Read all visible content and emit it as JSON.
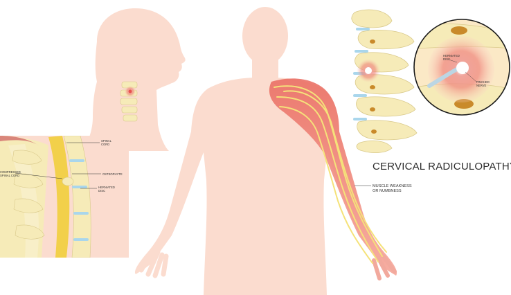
{
  "title": "CERVICAL RADICULOPATHY",
  "colors": {
    "skin": "#fbdccf",
    "skin_dark": "#f6c6b4",
    "pain_red": "#e8534f",
    "nerve_yellow": "#f5e27a",
    "bone": "#f6ebb8",
    "disc_blue": "#a9d6ec",
    "cord_yellow": "#f2d04a"
  },
  "labels": {
    "arm_symptom": "MUSCLE WEAKNESS\nOR NUMBNESS",
    "spinal_cord": "SPINAL\nCORD",
    "osteophyte": "OSTEOPHYTE",
    "compressed_cord": "COMPRESSED\nSPINAL CORD",
    "herniated_disc_inset": "HERNIATED\nDISC",
    "herniated_disc_zoom": "HERNIATED\nDISC",
    "pinched_nerve": "PINCHED\nNERVE"
  }
}
